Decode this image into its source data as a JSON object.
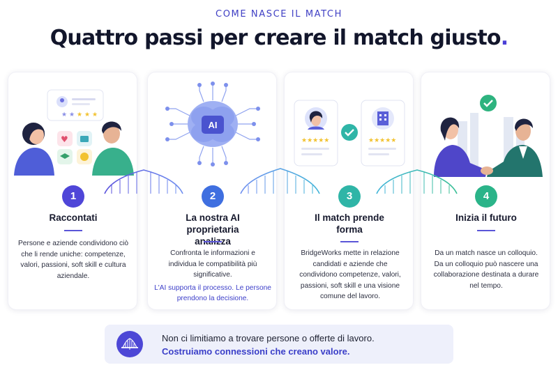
{
  "header": {
    "eyebrow": "COME NASCE IL MATCH",
    "title": "Quattro passi per creare il match giusto",
    "title_dot": "."
  },
  "steps": [
    {
      "number": "1",
      "title": "Raccontati",
      "body": "Persone e aziende condividono ciò che li rende uniche: competenze, valori, passioni, soft skill e cultura aziendale.",
      "color": "#4f46d8"
    },
    {
      "number": "2",
      "title": "La nostra AI proprietaria analizza",
      "body": "Confronta le informazioni e individua le compatibilità più significative.",
      "note": "L'AI supporta il processo. Le persone prendono la decisione.",
      "color": "#3f6fe0"
    },
    {
      "number": "3",
      "title": "Il match prende forma",
      "body": "BridgeWorks mette in relazione candidati e aziende che condividono competenze, valori, passioni, soft skill e una visione comune del lavoro.",
      "color": "#2fb5a7"
    },
    {
      "number": "4",
      "title": "Inizia il futuro",
      "body": "Da un match nasce un colloquio. Da un colloquio può nascere una collaborazione destinata a durare nel tempo.",
      "color": "#2bb489"
    }
  ],
  "illustrations": {
    "ai_label": "AI"
  },
  "banner": {
    "line1": "Non ci limitiamo a trovare persone o offerte di lavoro.",
    "line2": "Costruiamo connessioni che creano valore."
  }
}
